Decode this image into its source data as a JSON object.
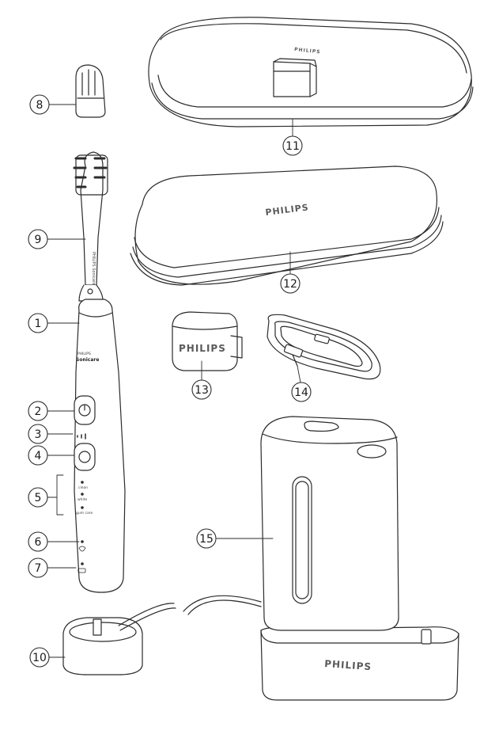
{
  "brand": {
    "case_small": "PHILIPS",
    "case_large": "PHILIPS",
    "adapter": "PHILIPS",
    "sanitizer": "PHILIPS",
    "handle": "PHILIPS",
    "handle_model": "Sonicare",
    "brush_head": "PHILIPS Sonicare"
  },
  "handle_labels": {
    "mode1": "clean",
    "mode2": "white",
    "mode3": "gum care"
  },
  "callouts": {
    "c1": "1",
    "c2": "2",
    "c3": "3",
    "c4": "4",
    "c5": "5",
    "c6": "6",
    "c7": "7",
    "c8": "8",
    "c9": "9",
    "c10": "10",
    "c11": "11",
    "c12": "12",
    "c13": "13",
    "c14": "14",
    "c15": "15"
  }
}
